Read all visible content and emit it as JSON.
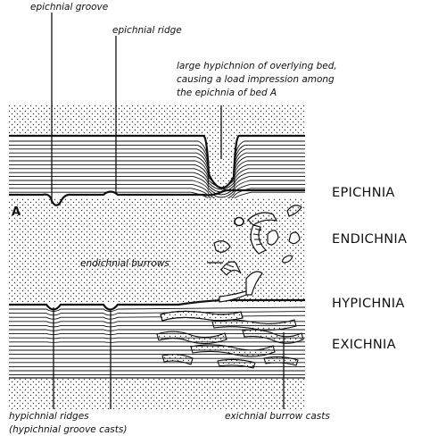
{
  "diagram": {
    "annotations": {
      "epichnial_groove": "epichnial groove",
      "epichnial_ridge": "epichnial ridge",
      "hypichnion_line1": "large hypichnion of overlying bed,",
      "hypichnion_line2": "causing a load impression among",
      "hypichnion_line3": "the epichnia of bed A",
      "endichnial_burrows": "endichnial burrows",
      "hypichnial_ridges_line1": "hypichnial  ridges",
      "hypichnial_ridges_line2": "(hypichnial groove casts)",
      "exichnial_casts": "exichnial burrow casts"
    },
    "bed_label": "A",
    "zones": {
      "epichnia": "EPICHNIA",
      "endichnia": "ENDICHNIA",
      "hypichnia": "HYPICHNIA",
      "exichnia": "EXICHNIA"
    },
    "colors": {
      "ink": "#111111",
      "paper": "#ffffff"
    }
  }
}
